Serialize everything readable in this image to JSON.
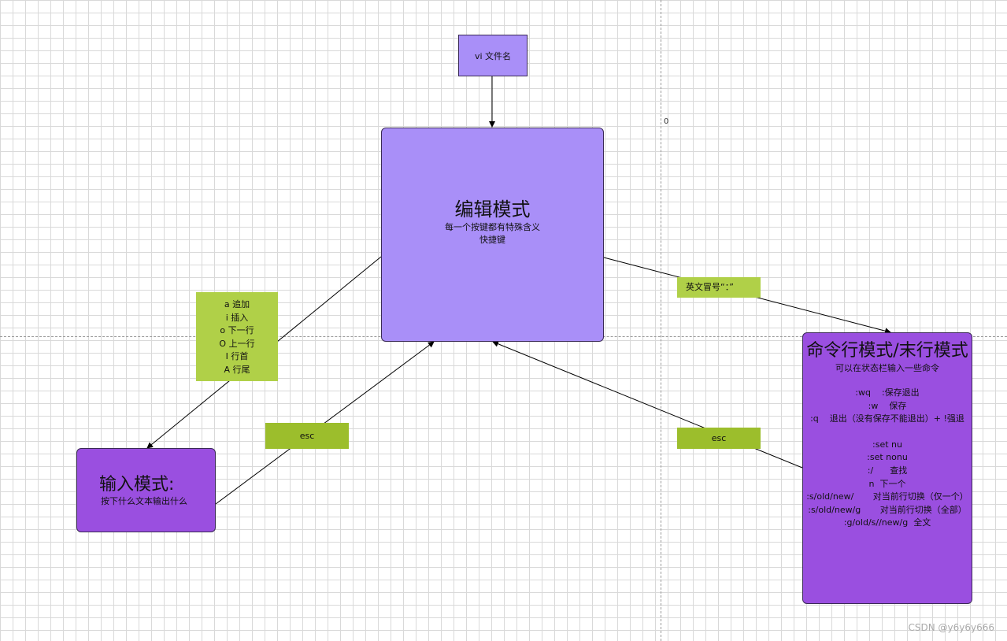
{
  "nodes": {
    "vi": {
      "label": "vi 文件名"
    },
    "edit": {
      "title": "编辑模式",
      "lines": [
        "每一个按键都有特殊含义",
        "快捷键"
      ]
    },
    "input": {
      "title": "输入模式:",
      "sub": "按下什么文本输出什么"
    },
    "cmd": {
      "title": "命令行模式/末行模式",
      "sub": "可以在状态栏输入一些命令",
      "commands": [
        ":wq    :保存退出",
        ":w    保存",
        ":q    退出（没有保存不能退出）+ !强退",
        "",
        ":set nu",
        ":set nonu",
        ":/      查找",
        "n  下一个",
        ":s/old/new/       对当前行切换（仅一个）",
        ":s/old/new/g       对当前行切换（全部）",
        ":g/old/s//new/g  全文"
      ]
    }
  },
  "edge_labels": {
    "keys": [
      "a 追加",
      "i 插入",
      "o 下一行",
      "O 上一行",
      "I 行首",
      "A 行尾"
    ],
    "colon": "英文冒号“：”",
    "esc_input": "esc",
    "esc_cmd": "esc"
  },
  "origin_label": "0",
  "watermark": "CSDN @y6y6y666",
  "colors": {
    "light_purple": "#a98ff8",
    "dark_purple": "#9a4fe0",
    "label_green": "#b0d048",
    "esc_green": "#9cbe2c",
    "grid": "#d9d9d9"
  }
}
